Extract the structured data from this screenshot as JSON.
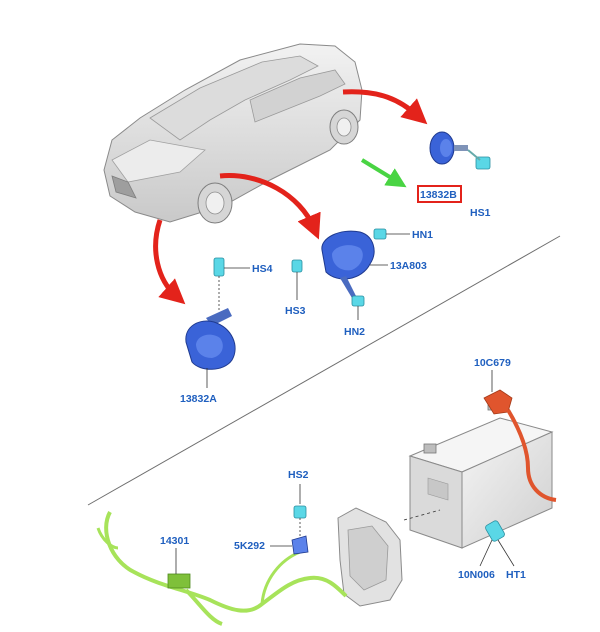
{
  "colors": {
    "label": "#1f5fbf",
    "part_blue": "#3a63d8",
    "clip_cyan": "#5ad7e6",
    "arrow_red": "#e3231b",
    "arrow_green": "#49d443",
    "harness_green": "#a7e35a",
    "battery_cable": "#e0552d",
    "highlight_box": "#e3231b"
  },
  "labels": {
    "l13832B": "13832B",
    "hs1": "HS1",
    "hn1": "HN1",
    "l13A803": "13A803",
    "hs4": "HS4",
    "hs3": "HS3",
    "hn2": "HN2",
    "l13832A": "13832A",
    "l10C679": "10C679",
    "hs2": "HS2",
    "l14301": "14301",
    "l5K292": "5K292",
    "l10N006": "10N006",
    "ht1": "HT1"
  }
}
